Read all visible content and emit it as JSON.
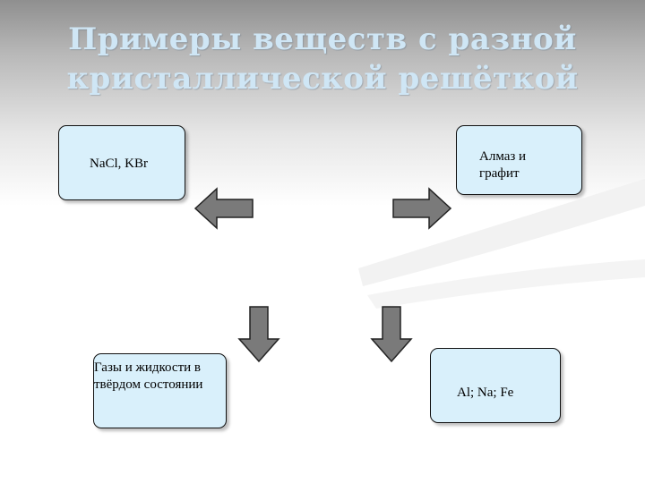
{
  "slide": {
    "title_line1": "Примеры веществ с разной",
    "title_line2": "кристаллической решёткой"
  },
  "boxes": {
    "ionic": "NaCl, KBr",
    "atomic": "Алмаз и графит",
    "molecular": "Газы и жидкости в твёрдом состоянии",
    "metallic": "Al; Na; Fe"
  },
  "arrows": [
    {
      "direction": "left",
      "points_to": "NaCl, KBr"
    },
    {
      "direction": "right",
      "points_to": "Алмаз и графит"
    },
    {
      "direction": "down",
      "points_to": "Газы и жидкости в твёрдом состоянии"
    },
    {
      "direction": "down",
      "points_to": "Al; Na; Fe"
    }
  ],
  "colors": {
    "title": "#cfe6f5",
    "box_fill": "#d9f0fb",
    "box_border": "#111111",
    "arrow_fill": "#7a7a7a"
  }
}
